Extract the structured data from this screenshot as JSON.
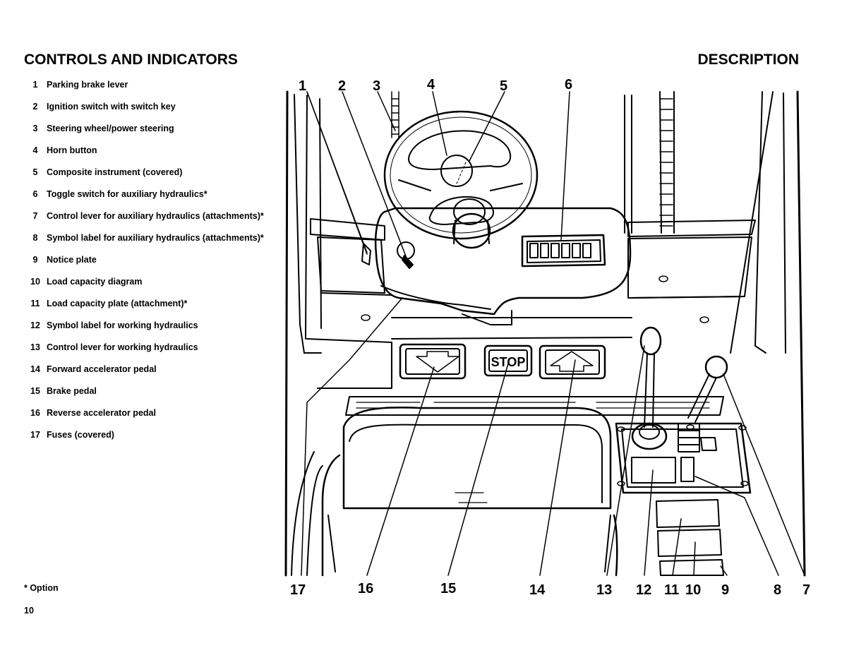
{
  "header": {
    "title_left": "CONTROLS AND INDICATORS",
    "title_right": "DESCRIPTION"
  },
  "legend": [
    {
      "num": "1",
      "text": "Parking brake lever"
    },
    {
      "num": "2",
      "text": "Ignition switch with switch key"
    },
    {
      "num": "3",
      "text": "Steering wheel/power steering"
    },
    {
      "num": "4",
      "text": "Horn button"
    },
    {
      "num": "5",
      "text": "Composite instrument (covered)"
    },
    {
      "num": "6",
      "text": "Toggle switch for auxiliary hydraulics*"
    },
    {
      "num": "7",
      "text": "Control lever for auxiliary hydraulics (attachments)*"
    },
    {
      "num": "8",
      "text": "Symbol label for auxiliary hydraulics (attachments)*"
    },
    {
      "num": "9",
      "text": "Notice plate"
    },
    {
      "num": "10",
      "text": "Load capacity diagram"
    },
    {
      "num": "11",
      "text": "Load capacity plate (attachment)*"
    },
    {
      "num": "12",
      "text": "Symbol label for working hydraulics"
    },
    {
      "num": "13",
      "text": "Control lever for working hydraulics"
    },
    {
      "num": "14",
      "text": "Forward accelerator pedal"
    },
    {
      "num": "15",
      "text": "Brake pedal"
    },
    {
      "num": "16",
      "text": "Reverse accelerator pedal"
    },
    {
      "num": "17",
      "text": "Fuses (covered)"
    }
  ],
  "diagram": {
    "callouts_top": [
      "1",
      "2",
      "3",
      "4",
      "5",
      "6"
    ],
    "callouts_bottom": [
      "17",
      "16",
      "15",
      "14",
      "13",
      "12",
      "11",
      "10",
      "9",
      "8",
      "7"
    ],
    "stop_label": "STOP"
  },
  "footer": {
    "note": "* Option",
    "page": "10"
  }
}
